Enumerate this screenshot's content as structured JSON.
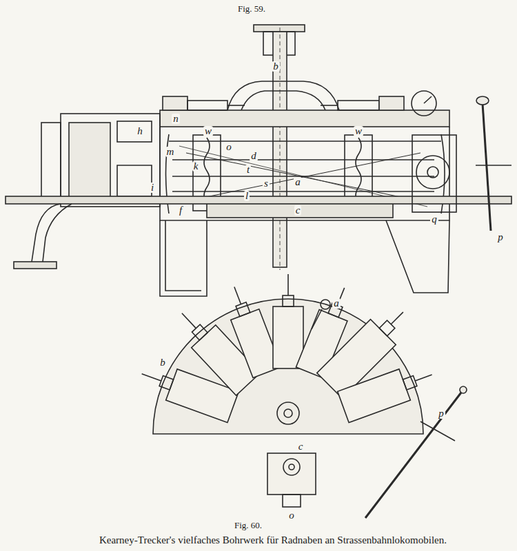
{
  "diagram": {
    "caption": "Kearney-Trecker's vielfaches Bohrwerk für Radnaben an Strassenbahnlokomobilen.",
    "labels": [
      "Fig. 59.",
      "b",
      "n",
      "w",
      "o",
      "m",
      "k",
      "h",
      "i",
      "d",
      "t",
      "a",
      "s",
      "l",
      "c",
      "f",
      "w",
      "q",
      "p",
      "a",
      "b",
      "c",
      "o",
      "p",
      "Fig. 60."
    ]
  }
}
